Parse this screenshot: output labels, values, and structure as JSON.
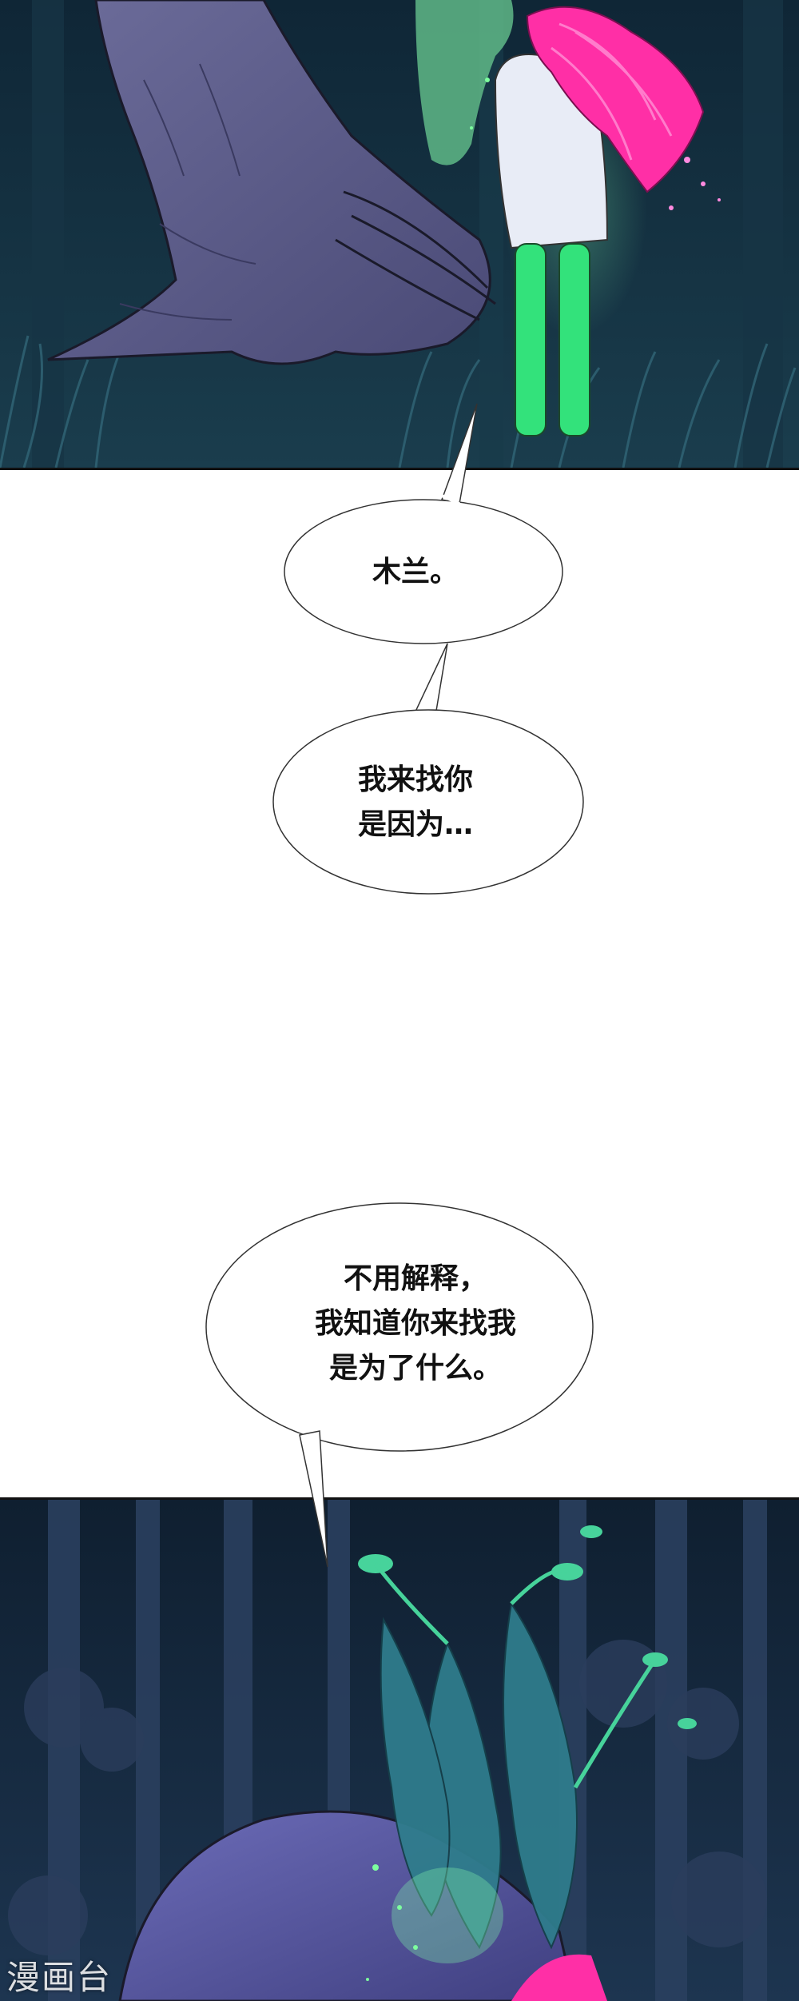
{
  "bubbles": [
    {
      "text": "木兰。"
    },
    {
      "text": "我来找你\n是因为…"
    },
    {
      "text": "不用解释，\n我知道你来找我\n是为了什么。"
    }
  ],
  "watermark": "漫画台",
  "colors": {
    "night_sky": "#0f2636",
    "grass": "#1f4a5a",
    "tree": "#5a5a86",
    "hair_pink": "#ff2fa6",
    "skin_green": "#33e27b",
    "forest_bg": "#1b2f44",
    "spirit_hair": "#2f7c8c",
    "spirit_body": "#5b5aa6"
  }
}
